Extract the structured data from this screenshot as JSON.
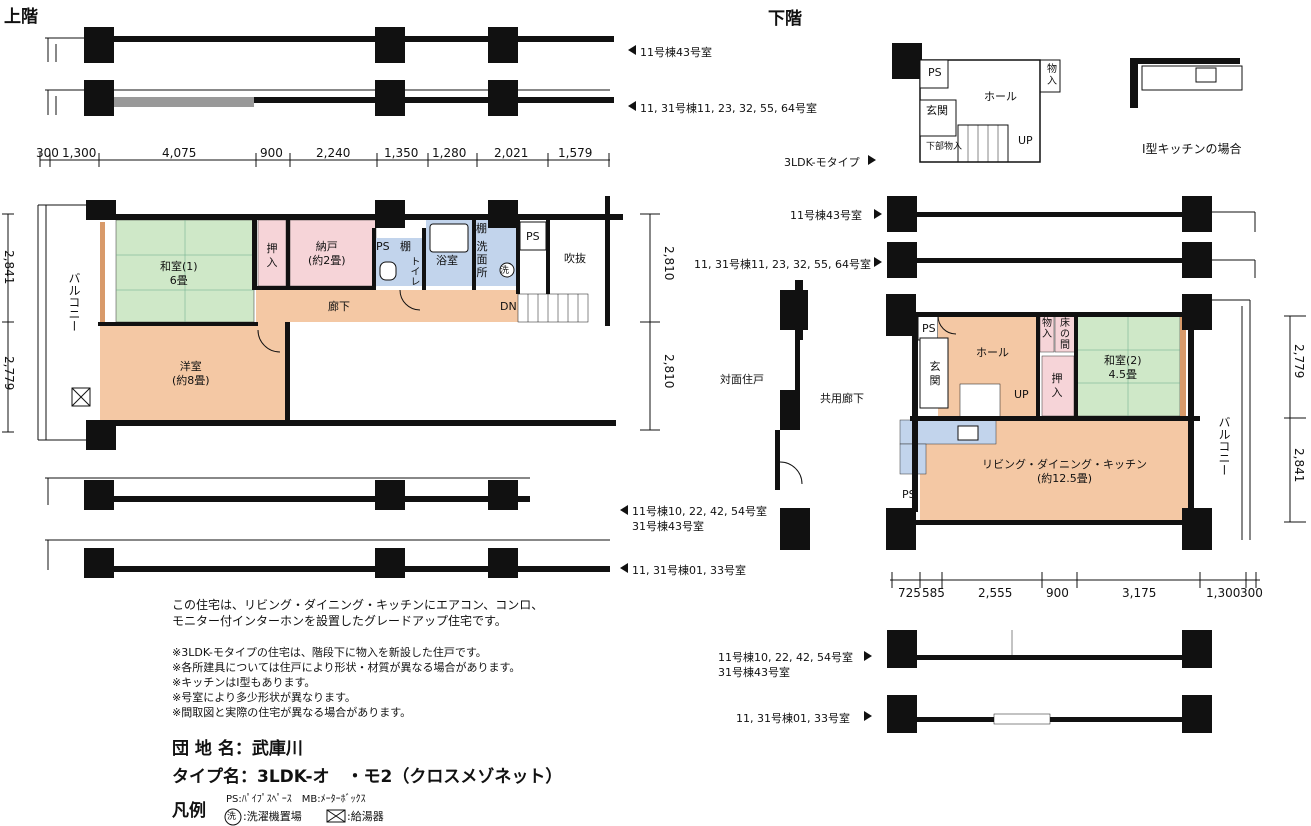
{
  "titles": {
    "upper": "上階",
    "lower": "下階"
  },
  "upper": {
    "dims_top": [
      "300",
      "1,300",
      "4,075",
      "900",
      "2,240",
      "1,350",
      "1,280",
      "2,021",
      "1,579"
    ],
    "dims_left": [
      "2,841",
      "2,779"
    ],
    "dims_right": [
      "2,810",
      "2,810"
    ],
    "rooms": {
      "washitsu1": [
        "和室(1)",
        "6畳"
      ],
      "oshiire": "押入",
      "nando": [
        "納戸",
        "(約2畳)"
      ],
      "ps": "PS",
      "tana": "棚",
      "toilet": "トイレ",
      "bath": "浴室",
      "tana2": "棚",
      "senmen": "洗面所",
      "sen": "洗",
      "ps2": "PS",
      "fukinuke": "吹抜",
      "balcony": "バルコニー",
      "roka": "廊下",
      "dn": "DN",
      "yoshitsu": [
        "洋室",
        "(約8畳)"
      ]
    },
    "variant_labels": [
      "11号棟43号室",
      "11, 31号棟11, 23, 32, 55, 64号室",
      "11号棟10, 22, 42, 54号室",
      "31号棟43号室",
      "11, 31号棟01, 33号室"
    ]
  },
  "lower": {
    "top_rooms": {
      "ps": "PS",
      "hall": "ホール",
      "monoire": "物入",
      "genkan": "玄関",
      "up": "UP",
      "kabu": "下部物入"
    },
    "type_label": "3LDK-モタイプ",
    "kitchen_caption": "I型キッチンの場合",
    "variant_labels": [
      "11号棟43号室",
      "11, 31号棟11, 23, 32, 55, 64号室",
      "11号棟10, 22, 42, 54号室",
      "31号棟43号室",
      "11, 31号棟01, 33号室"
    ],
    "side_labels": {
      "taimen": "対面住戸",
      "kyoyo": "共用廊下"
    },
    "rooms": {
      "ps": "PS",
      "hall": "ホール",
      "monoire": "物入",
      "tokonoma": "床の間",
      "washitsu2": [
        "和室(2)",
        "4.5畳"
      ],
      "genkan": "玄関",
      "oshiire": "押入",
      "up": "UP",
      "ldk": [
        "リビング・ダイニング・キッチン",
        "(約12.5畳)"
      ],
      "ps2": "PS",
      "balcony": "バルコニー"
    },
    "dims_bottom": [
      "725",
      "585",
      "2,555",
      "900",
      "3,175",
      "1,300",
      "300"
    ],
    "dims_right": [
      "2,779",
      "2,841"
    ]
  },
  "notes": {
    "intro": [
      "この住宅は、リビング・ダイニング・キッチンにエアコン、コンロ、",
      "モニター付インターホンを設置したグレードアップ住宅です。"
    ],
    "items": [
      "※3LDK-モタイプの住宅は、階段下に物入を新設した住戸です。",
      "※各所建具については住戸により形状・材質が異なる場合があります。",
      "※キッチンはI型もあります。",
      "※号室により多少形状が異なります。",
      "※間取図と実際の住宅が異なる場合があります。"
    ]
  },
  "info": {
    "danchi_label": "団 地 名：",
    "danchi_value": "武庫川",
    "type_label": "タイプ名：",
    "type_value": "3LDK-オ　・モ2（クロスメゾネット）"
  },
  "legend": {
    "title": "凡例",
    "line1": "PS:ﾊﾟｲﾌﾟｽﾍﾟｰｽ　MB:ﾒｰﾀｰﾎﾞｯｸｽ",
    "sen_mark": "洗",
    "sen_text": ":洗濯機置場",
    "kyuto_text": ":給湯器"
  },
  "colors": {
    "tatami": "#cfe8c8",
    "wood": "#f4c8a4",
    "pink": "#f6d4d8",
    "water": "#c2d4ec",
    "wall": "#111111"
  }
}
